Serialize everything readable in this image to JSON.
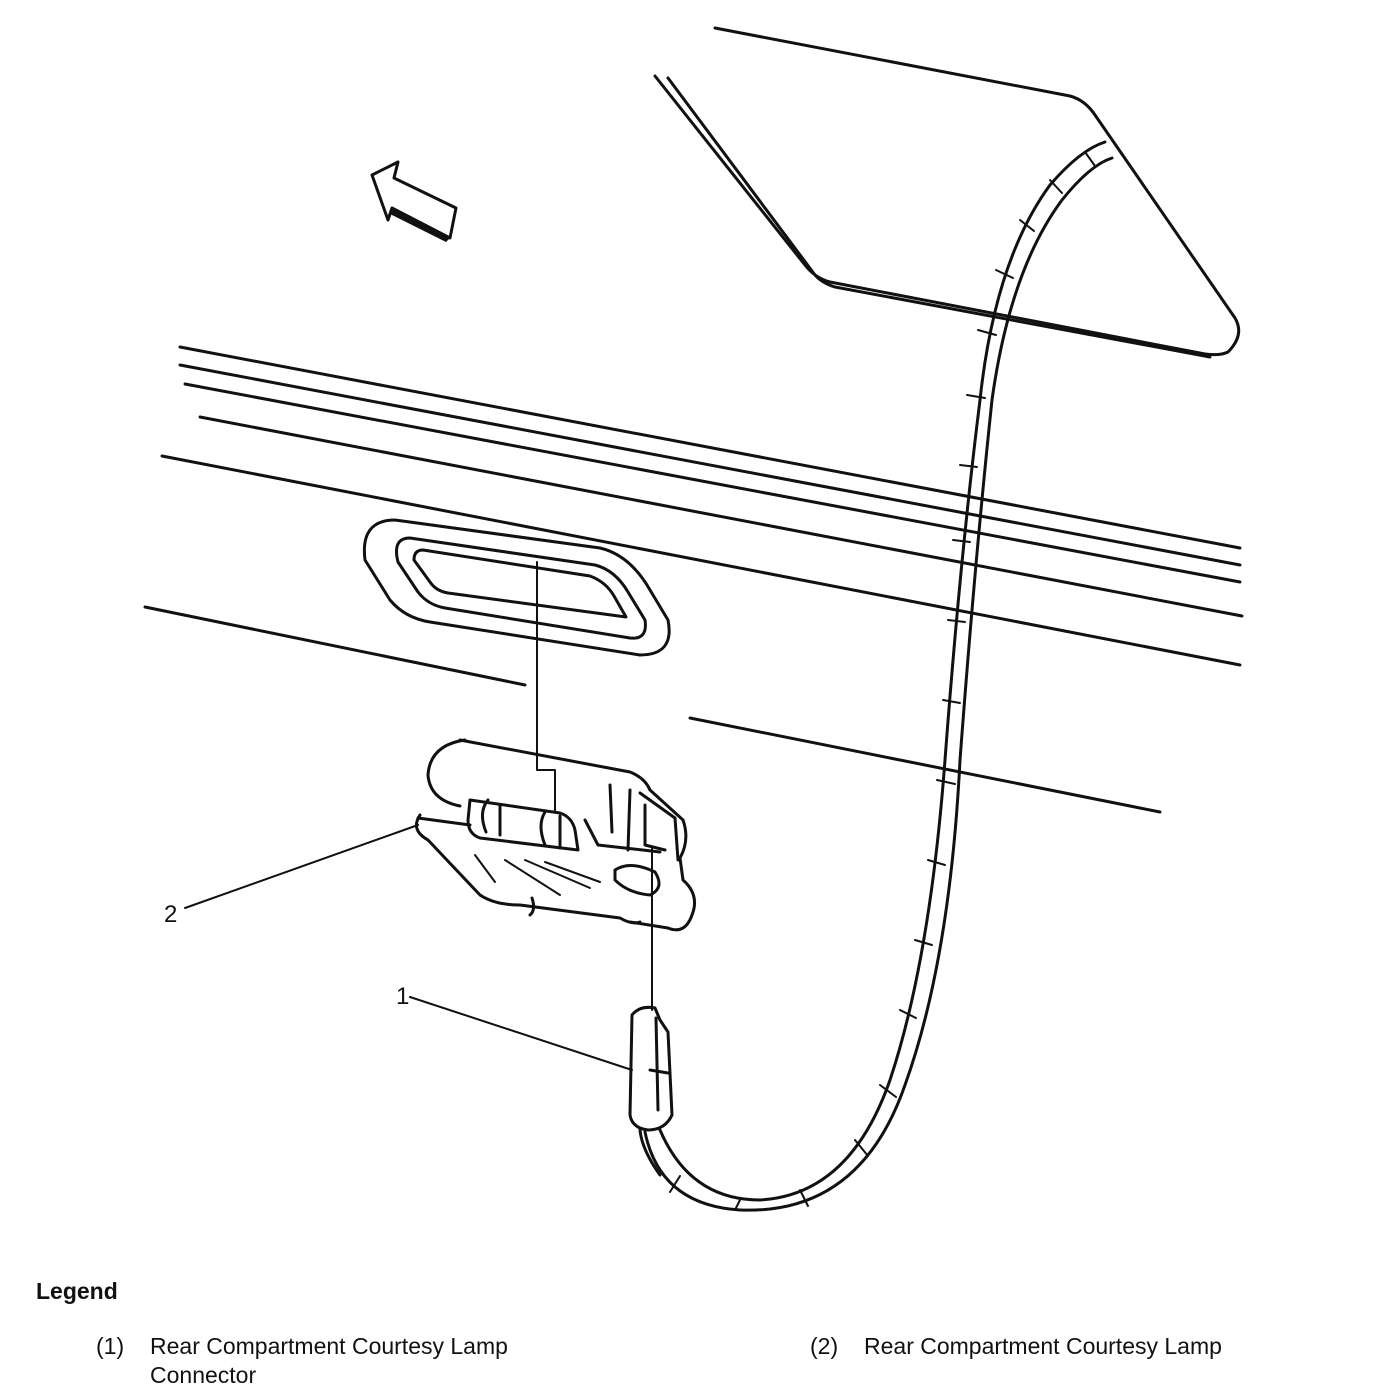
{
  "callouts": [
    {
      "number": "1",
      "refers_to": "Rear Compartment Courtesy Lamp Connector"
    },
    {
      "number": "2",
      "refers_to": "Rear Compartment Courtesy Lamp"
    }
  ],
  "legend": {
    "title": "Legend",
    "items": [
      {
        "number": "(1)",
        "label": "Rear Compartment Courtesy Lamp Connector"
      },
      {
        "number": "(2)",
        "label": "Rear Compartment Courtesy Lamp"
      }
    ]
  },
  "colors": {
    "line": "#111111",
    "background": "#ffffff"
  }
}
